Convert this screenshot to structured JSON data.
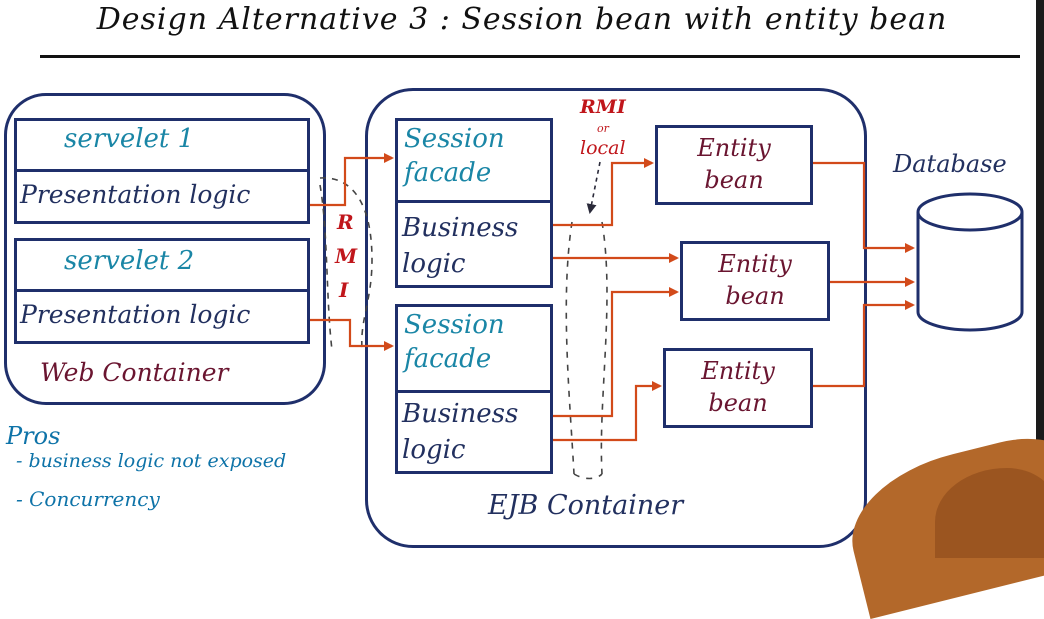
{
  "title": "Design Alternative 3 : Session bean with entity bean",
  "web_container": {
    "label": "Web Container",
    "servlets": [
      {
        "name": "servelet 1",
        "logic": "Presentation logic"
      },
      {
        "name": "servelet 2",
        "logic": "Presentation logic"
      }
    ]
  },
  "rmi_vertical": [
    "R",
    "M",
    "I"
  ],
  "rmi_or_local": {
    "line1": "RMI",
    "line2": "or",
    "line3": "local"
  },
  "ejb_container": {
    "label": "EJB Container",
    "session_beans": [
      {
        "facade": "Session facade",
        "logic": "Business logic"
      },
      {
        "facade": "Session facade",
        "logic": "Business logic"
      }
    ],
    "entity_beans": [
      "Entity bean",
      "Entity bean",
      "Entity bean"
    ]
  },
  "database": {
    "label": "Database"
  },
  "pros": {
    "heading": "Pros",
    "items": [
      "- business logic not exposed",
      "- Concurrency"
    ]
  },
  "colors": {
    "container_border": "#1f2f6b",
    "arrow": "#d24a1a",
    "teal": "#1a86a6",
    "maroon": "#6a1530",
    "red": "#c0161b"
  }
}
